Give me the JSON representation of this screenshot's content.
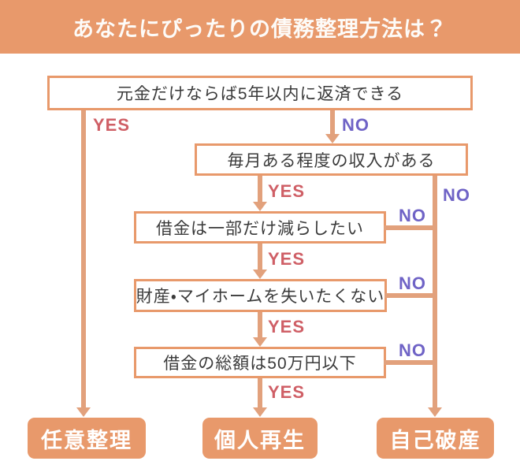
{
  "header": {
    "title": "あなたにぴったりの債務整理方法は？"
  },
  "labels": {
    "yes": "YES",
    "no": "NO"
  },
  "questions": [
    {
      "text": "元金だけならば5年以内に返済できる"
    },
    {
      "text": "毎月ある程度の収入がある"
    },
    {
      "text": "借金は一部だけ減らしたい"
    },
    {
      "text": "財産・マイホームを失いたくない"
    },
    {
      "text": "借金の総額は50万円以下"
    }
  ],
  "results": [
    {
      "label": "任意整理"
    },
    {
      "label": "個人再生"
    },
    {
      "label": "自己破産"
    }
  ],
  "colors": {
    "orange": "#e8996b",
    "line_orange": "#e2a17c",
    "yes_red": "#cf5f66",
    "no_purple": "#6f63c6",
    "question_text": "#3a3a3a",
    "background": "#ffffff"
  }
}
